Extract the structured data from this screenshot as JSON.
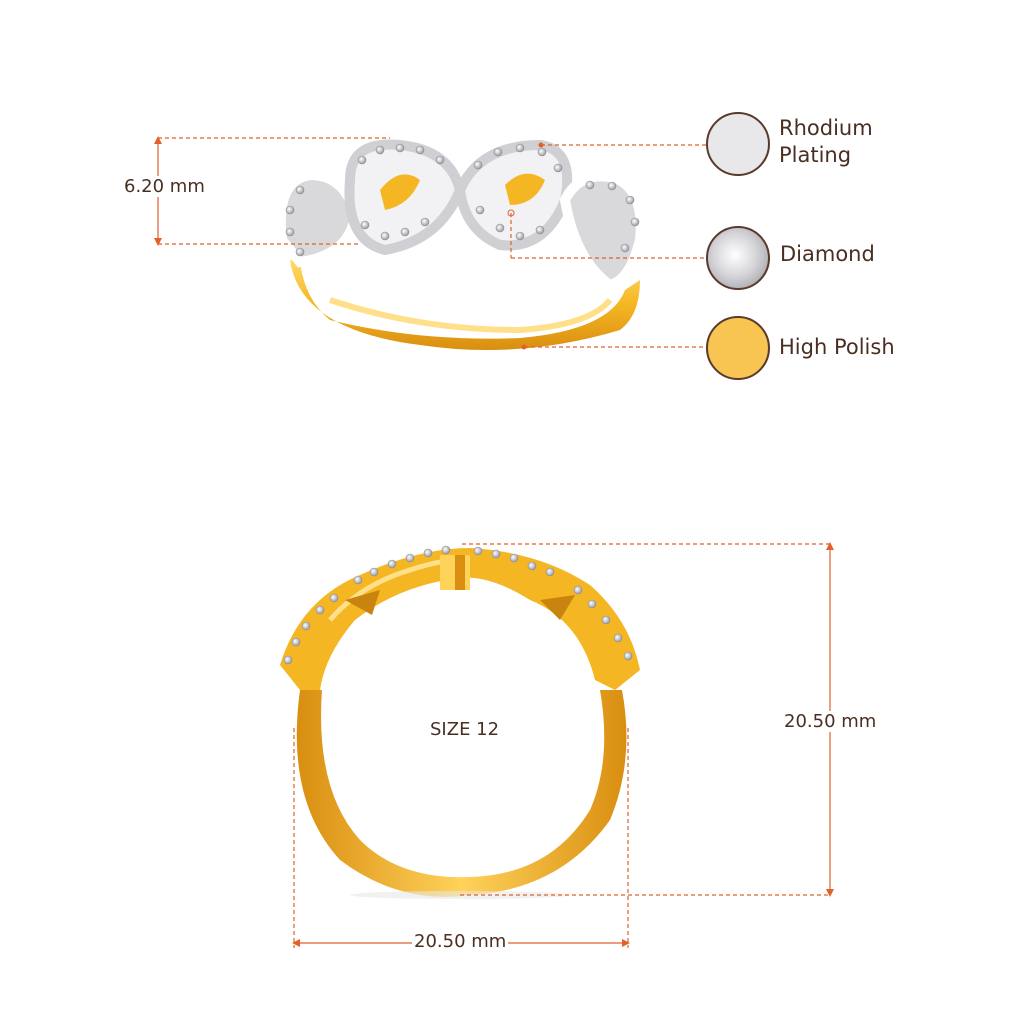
{
  "materials": [
    {
      "label": "Rhodium",
      "label2": "Plating",
      "color": "#e8e8ea",
      "icon": "rhodium-swatch-icon"
    },
    {
      "label": "Diamond",
      "color": "#ffffff",
      "icon": "diamond-swatch-icon"
    },
    {
      "label": "High Polish",
      "color": "#f8c552",
      "icon": "high-polish-swatch-icon"
    }
  ],
  "dimensions": {
    "height_top": "6.20 mm",
    "height_side": "20.50 mm",
    "width_bottom": "20.50 mm",
    "size": "SIZE 12"
  },
  "colors": {
    "gold": "#f5b623",
    "gold_dark": "#d98e10",
    "gold_light": "#ffd96a",
    "silver": "#d9d9dc",
    "guide": "#e0622a",
    "text": "#4a2e22"
  }
}
